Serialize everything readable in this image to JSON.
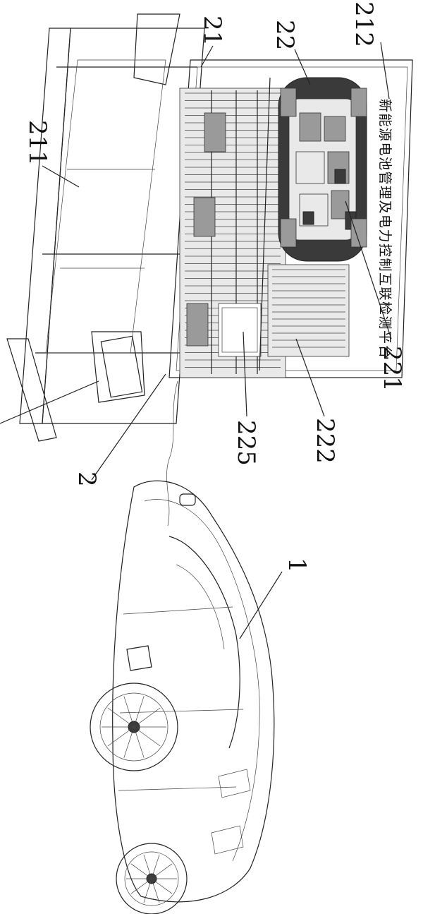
{
  "figure": {
    "labels": {
      "l212": "212",
      "l21": "21",
      "l22": "22",
      "l211": "211",
      "l221": "221",
      "l222": "222",
      "l225": "225",
      "l2": "2",
      "l1": "1"
    },
    "panel_title": "新能源电池管理及电力控制互联检测平台"
  }
}
